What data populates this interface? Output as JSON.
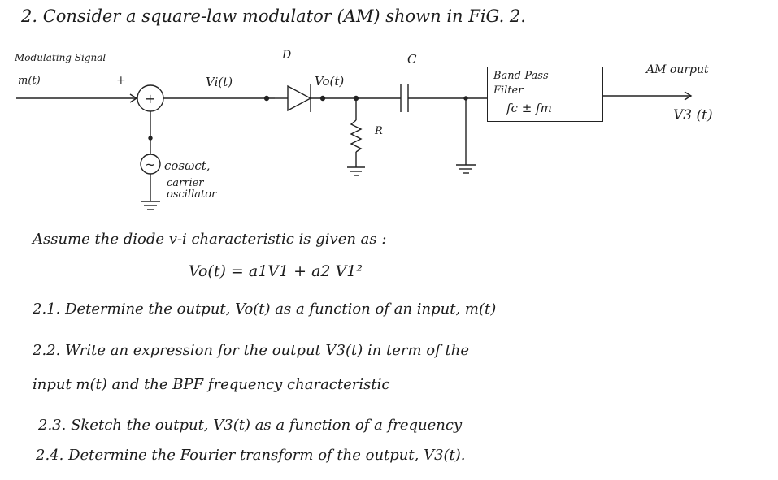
{
  "title": "2. Consider a square-law modulator (AM) shown in FiG. 2.",
  "diagram": {
    "modulating_label_1": "Modulating Signal",
    "modulating_label_2": "m(t)",
    "plus_sign": "+",
    "summer_symbol": "+",
    "vi_label": "Vi(t)",
    "diode_label": "D",
    "vo_label": "Vo(t)",
    "capacitor_label": "C",
    "resistor_label": "R",
    "bpf_line1": "Band-Pass",
    "bpf_line2": "Filter",
    "bpf_line3": "fc ± fm",
    "am_output_label": "AM ourput",
    "v3_label": "V3 (t)",
    "oscillator_symbol": "~",
    "oscillator_label_1": "cosωct,",
    "oscillator_label_2": "carrier",
    "oscillator_label_3": "oscillator"
  },
  "text": {
    "assume": "Assume the diode v-i characteristic is given as :",
    "equation": "Vo(t) = a1V1 + a2 V1²",
    "q1": "2.1. Determine the output, Vo(t) as a function of an input, m(t)",
    "q2a": "2.2. Write an expression for the output V3(t) in term of the",
    "q2b": "input m(t) and the BPF frequency characteristic",
    "q3": "2.3. Sketch the output, V3(t) as a function of a frequency",
    "q4": "2.4. Determine the Fourier transform of the output, V3(t)."
  }
}
